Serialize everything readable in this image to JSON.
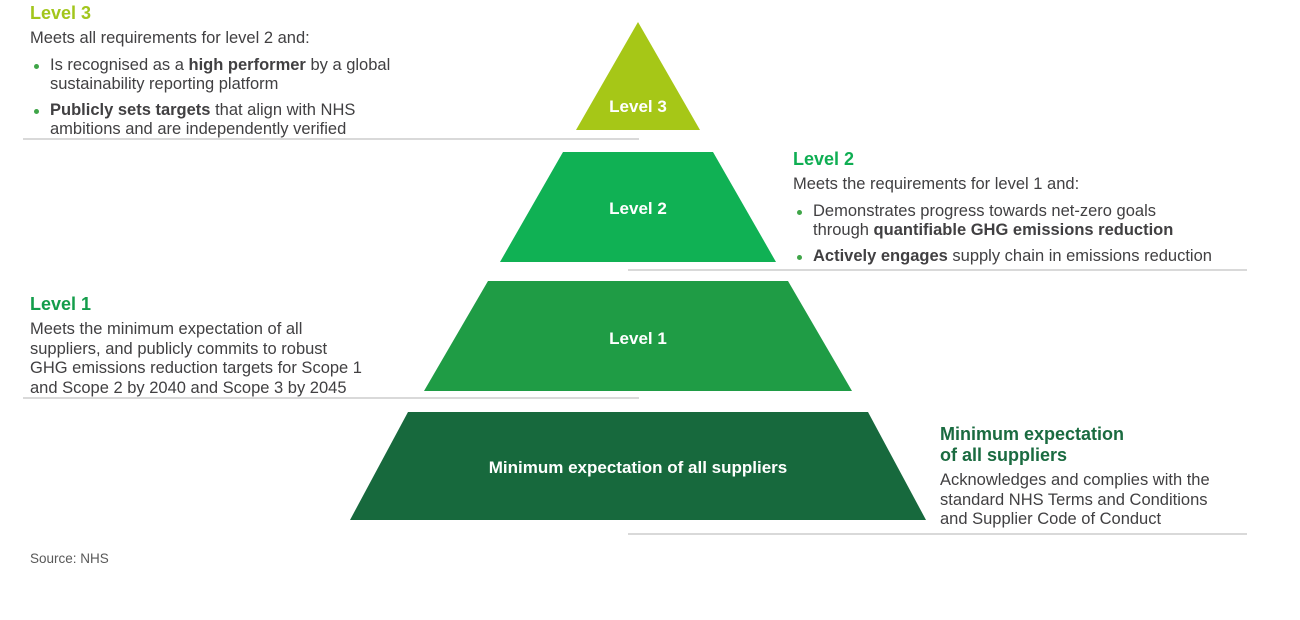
{
  "colors": {
    "tier_level3": "#a6c717",
    "tier_level2": "#10b154",
    "tier_level1": "#1f9c45",
    "tier_minimum": "#17693d",
    "heading_level3": "#a2c61c",
    "heading_level2": "#0fae53",
    "heading_level1": "#149d4b",
    "heading_minimum": "#1a6b40",
    "body_text": "#414042",
    "bullet_dot": "#3fa548",
    "divider": "#d9d9d9",
    "tier_label_text": "#ffffff",
    "source_text": "#595959"
  },
  "pyramid": {
    "tiers": [
      {
        "label": "Level 3",
        "fill": "#a6c717"
      },
      {
        "label": "Level 2",
        "fill": "#10b154"
      },
      {
        "label": "Level 1",
        "fill": "#1f9c45"
      },
      {
        "label": "Minimum expectation of all suppliers",
        "fill": "#17693d"
      }
    ]
  },
  "annotations": {
    "level3": {
      "heading": "Level 3",
      "intro": "Meets all requirements for level 2 and:",
      "bullets": [
        {
          "pre": "Is recognised as a ",
          "bold": "high performer",
          "post": " by a global\nsustainability reporting platform"
        },
        {
          "pre": "",
          "bold": "Publicly sets targets",
          "post": " that align with NHS\nambitions and are independently verified"
        }
      ]
    },
    "level2": {
      "heading": "Level 2",
      "intro": "Meets the requirements for level 1 and:",
      "bullets": [
        {
          "pre": "Demonstrates progress towards net-zero goals\nthrough ",
          "bold": "quantifiable GHG emissions reduction",
          "post": ""
        },
        {
          "pre": "",
          "bold": "Actively engages",
          "post": " supply chain in emissions reduction"
        }
      ]
    },
    "level1": {
      "heading": "Level 1",
      "body": "Meets the minimum expectation of all\nsuppliers, and publicly commits to robust\nGHG emissions reduction targets for Scope 1\nand Scope 2 by 2040 and Scope 3 by 2045"
    },
    "minimum": {
      "heading": "Minimum expectation\nof all suppliers",
      "body": "Acknowledges and complies with the\nstandard NHS Terms and Conditions\nand Supplier Code of Conduct"
    }
  },
  "footer": {
    "source": "Source: NHS"
  }
}
